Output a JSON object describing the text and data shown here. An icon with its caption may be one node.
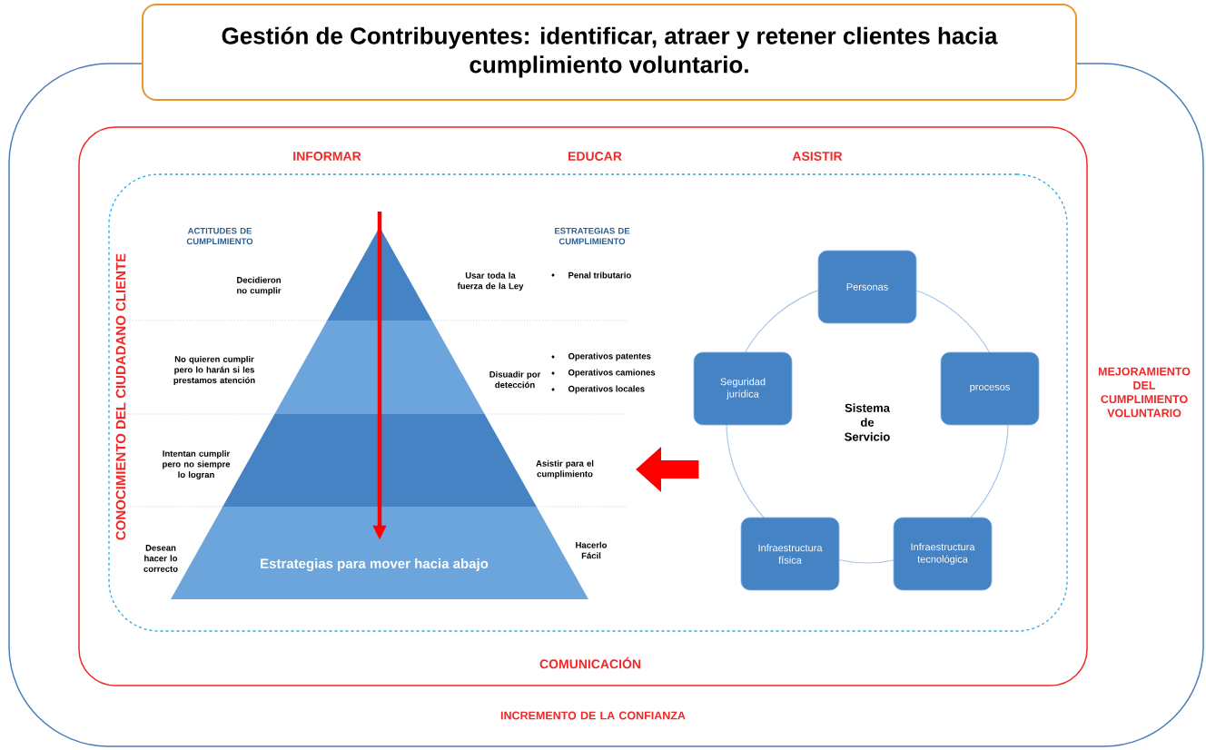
{
  "diagram": {
    "nodes": [
      {
        "text": [
          "Gestión de Contribuyentes: identificar, atraer y retener clientes hacia cumplimiento voluntario."
        ]
      },
      {
        "text": [
          "MEJORAMIENTO DEL CUMPLIMIENTO VOLUNTARIO",
          "INCREMENTO DE LA CONFIANZA"
        ]
      },
      {
        "text": [
          "INFORMAR",
          "EDUCAR",
          "ASISTIR",
          "COMUNICACIÓN"
        ],
        "in": 1
      },
      {
        "text": [
          "CONOCIMIENTO DEL CIUDADANO CLIENTE"
        ],
        "in": 2
      },
      {
        "text": [],
        "shape": "triangle",
        "in": 3,
        "beside": [
          "Usar toda la fuerza de la Ley"
        ]
      },
      {
        "text": [],
        "shape": "trapezoid",
        "in": 3,
        "beside": [
          "No quieren cumplir pero lo harán si les prestamos atención",
          "Disuadir por detección",
          "Operativos patentes",
          "Operativos camiones",
          "Operativos locales"
        ]
      },
      {
        "text": [],
        "shape": "trapezoid",
        "in": 3,
        "beside": [
          "Intentan cumplir pero no siempre lo logran",
          "Asistir para el cumplimiento"
        ]
      },
      {
        "text": [
          "Estrategias para mover hacia abajo"
        ],
        "in": 3
      },
      {
        "text": [
          "Sistema de Servicio"
        ],
        "in": 3
      },
      {
        "text": [
          "Personas"
        ],
        "in": 3
      },
      {
        "text": [
          "Seguridad jurídica"
        ],
        "in": 3
      },
      {
        "text": [
          "procesos"
        ],
        "in": 3
      },
      {
        "text": [
          "Infraestructura física"
        ],
        "in": 3
      },
      {
        "text": [
          "Infraestructura tecnológica"
        ],
        "in": 3
      }
    ],
    "edges": [
      {
        "from": null,
        "to": 7,
        "arrow": "to",
        "color": "#ff0000"
      },
      {
        "from": 8,
        "to": 6,
        "arrow": "to",
        "style": "thick",
        "color": "#ff0000"
      }
    ],
    "labels": [
      "ACTITUDES DE CUMPLIMIENTO",
      "ESTRATEGIAS DE CUMPLIMIENTO",
      "Decidieron no cumplir",
      "Penal tributario",
      "Desean hacer lo correcto",
      "Hacerlo Fácil"
    ]
  }
}
